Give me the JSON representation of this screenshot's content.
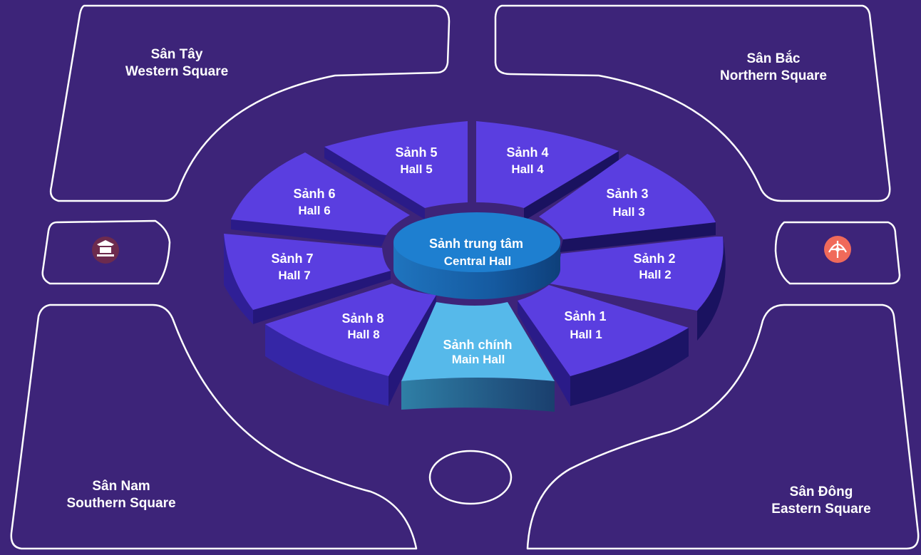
{
  "colors": {
    "background": "#3d2479",
    "hall_top": "#5a3ee0",
    "hall_side": "#2f1f96",
    "main_hall_top": "#56b9ea",
    "central_top": "#1e7fd0",
    "icon_left": "#6d2b4e",
    "icon_right": "#f06a5a"
  },
  "squares": {
    "west": {
      "name_vi": "Sân Tây",
      "name_en": "Western Square"
    },
    "north": {
      "name_vi": "Sân Bắc",
      "name_en": "Northern Square"
    },
    "south": {
      "name_vi": "Sân Nam",
      "name_en": "Southern Square"
    },
    "east": {
      "name_vi": "Sân Đông",
      "name_en": "Eastern Square"
    }
  },
  "gates": {
    "west": {
      "icon": "temple-gate-icon"
    },
    "east": {
      "icon": "archery-target-icon"
    }
  },
  "central_hall": {
    "name_vi": "Sảnh trung tâm",
    "name_en": "Central Hall"
  },
  "main_hall": {
    "name_vi": "Sảnh chính",
    "name_en": "Main Hall"
  },
  "halls": [
    {
      "name_vi": "Sảnh 1",
      "name_en": "Hall 1"
    },
    {
      "name_vi": "Sảnh 2",
      "name_en": "Hall 2"
    },
    {
      "name_vi": "Sảnh 3",
      "name_en": "Hall 3"
    },
    {
      "name_vi": "Sảnh 4",
      "name_en": "Hall 4"
    },
    {
      "name_vi": "Sảnh 5",
      "name_en": "Hall 5"
    },
    {
      "name_vi": "Sảnh 6",
      "name_en": "Hall 6"
    },
    {
      "name_vi": "Sảnh 7",
      "name_en": "Hall 7"
    },
    {
      "name_vi": "Sảnh 8",
      "name_en": "Hall 8"
    }
  ]
}
